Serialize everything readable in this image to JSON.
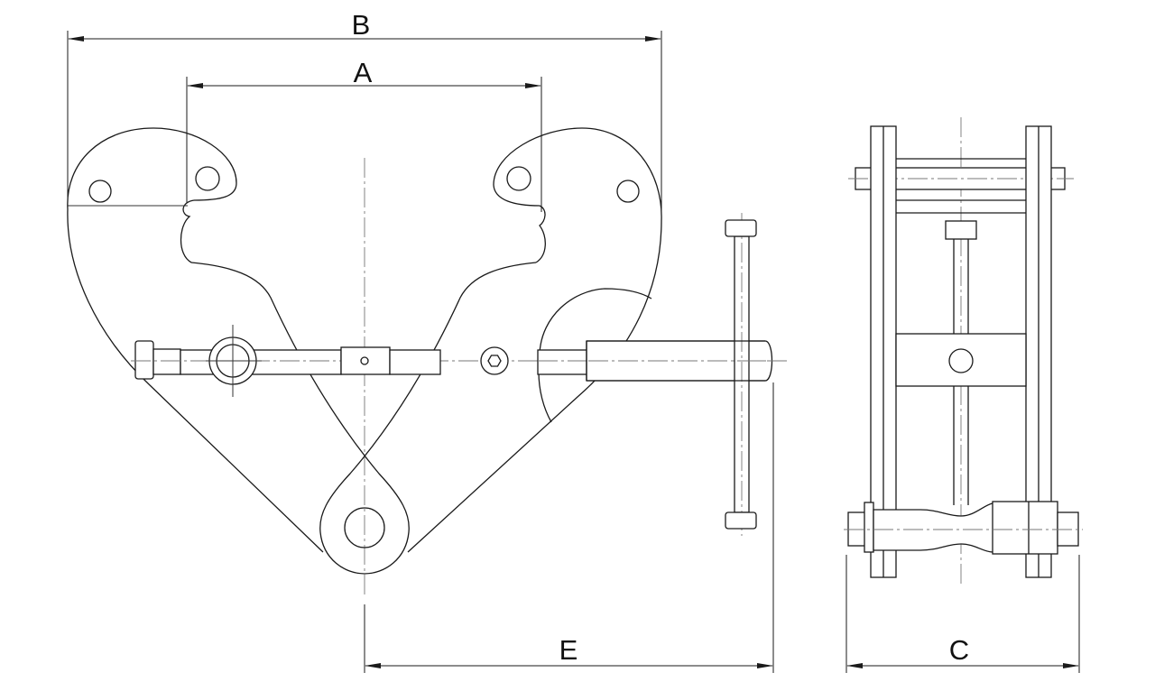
{
  "labels": {
    "b": "B",
    "a": "A",
    "e": "E",
    "c": "C"
  },
  "colors": {
    "line": "#1a1a1a",
    "background": "#ffffff"
  }
}
